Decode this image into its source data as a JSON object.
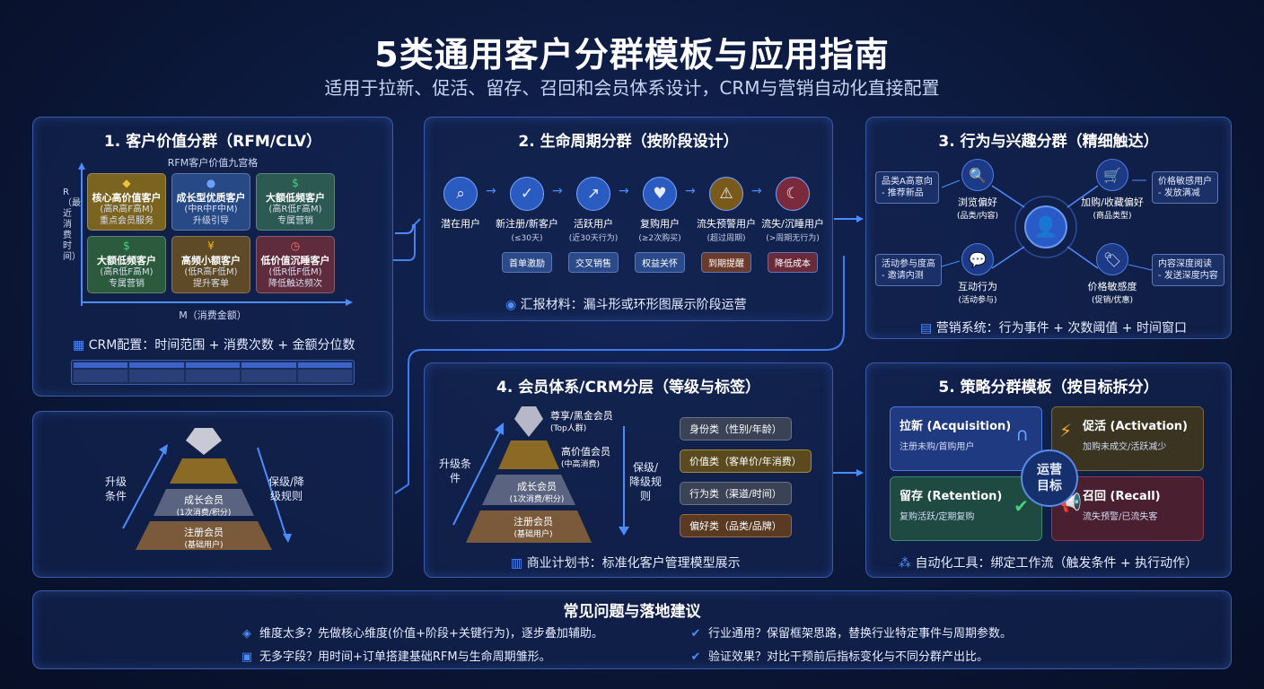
{
  "header": {
    "title": "5类通用客户分群模板与应用指南",
    "subtitle": "适用于拉新、促活、留存、召回和会员体系设计，CRM与营销自动化直接配置"
  },
  "panel1": {
    "title": "1. 客户价值分群（RFM/CLV）",
    "grid_title": "RFM客户价值九宫格",
    "y_label": "R（最近消费时间）",
    "x_label": "M（消费金额）",
    "cells": [
      {
        "name": "核心高价值客户",
        "sub": "(高R高F高M)",
        "act": "重点会员服务",
        "icon": "diamond-icon",
        "color": "#7a6420"
      },
      {
        "name": "成长型优质客户",
        "sub": "(中R中F中M)",
        "act": "升级引导",
        "icon": "person-icon",
        "color": "#274a86"
      },
      {
        "name": "大额低频客户",
        "sub": "(高R低F高M)",
        "act": "专属营销",
        "icon": "money-bag-icon",
        "color": "#2c5a52"
      },
      {
        "name": "大额低频客户",
        "sub": "(高R低F高M)",
        "act": "专属营销",
        "icon": "coin-icon",
        "color": "#2c5a3c"
      },
      {
        "name": "高频小额客户",
        "sub": "(低R高F低M)",
        "act": "提升客单",
        "icon": "coins-icon",
        "color": "#5e4a26"
      },
      {
        "name": "低价值沉睡客户",
        "sub": "(低R低F低M)",
        "act": "降低触达频次",
        "icon": "clock-icon",
        "color": "#5e2c3c"
      }
    ],
    "crm_note": "CRM配置：时间范围 + 消费次数 + 金额分位数"
  },
  "panel1b": {
    "left_label": "升级条件",
    "right_label": "保级/降级规则"
  },
  "panel2": {
    "title": "2. 生命周期分群（按阶段设计）",
    "stages": [
      {
        "name": "潜在用户",
        "sub": "",
        "tag": "",
        "icon": "search-doc-icon",
        "color": "#2a5bc0",
        "tagc": "#2a4a8a"
      },
      {
        "name": "新注册/新客户",
        "sub": "(≤30天)",
        "tag": "首单激励",
        "icon": "user-check-icon",
        "color": "#2a5bc0",
        "tagc": "#2a4a8a"
      },
      {
        "name": "活跃用户",
        "sub": "(近30天行为)",
        "tag": "交叉销售",
        "icon": "chart-up-icon",
        "color": "#2a5bc0",
        "tagc": "#2a4a8a"
      },
      {
        "name": "复购用户",
        "sub": "(≥2次购买)",
        "tag": "权益关怀",
        "icon": "heart-icon",
        "color": "#2a5bc0",
        "tagc": "#2a4a8a"
      },
      {
        "name": "流失预警用户",
        "sub": "(超过周期)",
        "tag": "到期提醒",
        "icon": "warning-icon",
        "color": "#7a5a1a",
        "tagc": "#6a3a2a"
      },
      {
        "name": "流失/沉睡用户",
        "sub": "(>周期无行为)",
        "tag": "降低成本",
        "icon": "moon-icon",
        "color": "#7a2a3a",
        "tagc": "#6a2a3a"
      }
    ],
    "note": "汇报材料：漏斗形或环形图展示阶段运营"
  },
  "panel3": {
    "title": "3. 行为与兴趣分群（精细触达）",
    "items": [
      {
        "name": "浏览偏好",
        "sub": "(品类/内容)",
        "icon": "search-icon"
      },
      {
        "name": "加购/收藏偏好",
        "sub": "(商品类型)",
        "icon": "cart-icon"
      },
      {
        "name": "互动行为",
        "sub": "(活动参与)",
        "icon": "chat-icon"
      },
      {
        "name": "价格敏感度",
        "sub": "(促销/优惠)",
        "icon": "price-tag-icon"
      }
    ],
    "side": [
      "品类A高意向\n- 推荐新品",
      "价格敏感用户\n- 发放满减",
      "活动参与度高\n- 邀请内测",
      "内容深度阅读\n- 发送深度内容"
    ],
    "note": "营销系统：行为事件 + 次数阈值 + 时间窗口"
  },
  "panel4": {
    "title": "4. 会员体系/CRM分层（等级与标签）",
    "left_label": "升级条件",
    "right_label": "保级/降级规则",
    "tiers": [
      {
        "name": "尊享/黑金会员",
        "sub": "(Top人群)"
      },
      {
        "name": "高价值会员",
        "sub": "(中高消费)"
      },
      {
        "name": "成长会员",
        "sub": "(1次消费/积分)"
      },
      {
        "name": "注册会员",
        "sub": "(基础用户)"
      }
    ],
    "tags": [
      "身份类（性别/年龄）",
      "价值类（客单价/年消费）",
      "行为类（渠道/时间）",
      "偏好类（品类/品牌）"
    ],
    "note": "商业计划书：标准化客户管理模型展示"
  },
  "panel5": {
    "title": "5. 策略分群模板（按目标拆分）",
    "center": "运营目标",
    "quads": [
      {
        "title": "拉新 (Acquisition)",
        "sub": "注册未购/首购用户",
        "icon": "magnet-icon"
      },
      {
        "title": "促活 (Activation)",
        "sub": "加购未成交/活跃减少",
        "icon": "bolt-icon"
      },
      {
        "title": "留存 (Retention)",
        "sub": "复购活跃/定期复购",
        "icon": "shield-check-icon"
      },
      {
        "title": "召回 (Recall)",
        "sub": "流失预警/已流失客",
        "icon": "megaphone-icon"
      }
    ],
    "note": "自动化工具：绑定工作流（触发条件 + 执行动作）"
  },
  "faq": {
    "title": "常见问题与落地建议",
    "items": [
      "维度太多？先做核心维度(价值+阶段+关键行为)，逐步叠加辅助。",
      "行业通用？保留框架思路，替换行业特定事件与周期参数。",
      "无多字段？用时间+订单搭建基础RFM与生命周期雏形。",
      "验证效果？对比干预前后指标变化与不同分群产出比。"
    ]
  }
}
